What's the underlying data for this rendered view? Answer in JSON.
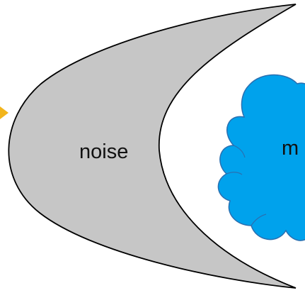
{
  "labels": {
    "noise": "noise",
    "cloud": "m"
  },
  "colors": {
    "crescent_fill": "#c6c6c6",
    "crescent_stroke": "#000000",
    "cloud_fill": "#00a2ec",
    "cloud_stroke": "#2a6fb0",
    "arrow_fill": "#f2b51c",
    "background": "#ffffff"
  },
  "shapes": {
    "crescent": "crescent",
    "cloud": "cloud",
    "arrow": "arrow-tip"
  }
}
